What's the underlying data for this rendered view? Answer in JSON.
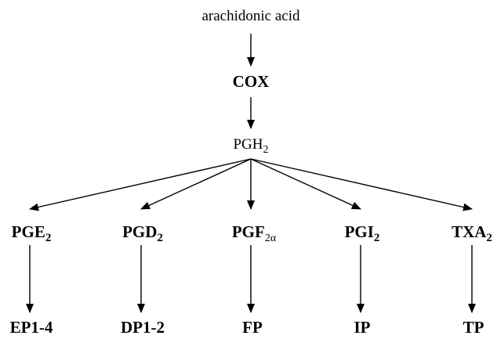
{
  "nodes": {
    "source": {
      "text": "arachidonic acid"
    },
    "enzyme": {
      "text": "COX"
    },
    "intermediate": {
      "base": "PGH",
      "sub": "2"
    },
    "prostanoids": [
      {
        "base": "PGE",
        "sub": "2"
      },
      {
        "base": "PGD",
        "sub": "2"
      },
      {
        "base": "PGF",
        "sub": "2α"
      },
      {
        "base": "PGI",
        "sub": "2"
      },
      {
        "base": "TXA",
        "sub": "2"
      }
    ],
    "receptors": [
      {
        "text": "EP1-4"
      },
      {
        "text": "DP1-2"
      },
      {
        "text": "FP"
      },
      {
        "text": "IP"
      },
      {
        "text": "TP"
      }
    ]
  },
  "edges": [
    {
      "from": "source",
      "to": "enzyme"
    },
    {
      "from": "enzyme",
      "to": "intermediate"
    },
    {
      "from": "intermediate",
      "to": "prostanoids.0"
    },
    {
      "from": "intermediate",
      "to": "prostanoids.1"
    },
    {
      "from": "intermediate",
      "to": "prostanoids.2"
    },
    {
      "from": "intermediate",
      "to": "prostanoids.3"
    },
    {
      "from": "intermediate",
      "to": "prostanoids.4"
    },
    {
      "from": "prostanoids.0",
      "to": "receptors.0"
    },
    {
      "from": "prostanoids.1",
      "to": "receptors.1"
    },
    {
      "from": "prostanoids.2",
      "to": "receptors.2"
    },
    {
      "from": "prostanoids.3",
      "to": "receptors.3"
    },
    {
      "from": "prostanoids.4",
      "to": "receptors.4"
    }
  ]
}
